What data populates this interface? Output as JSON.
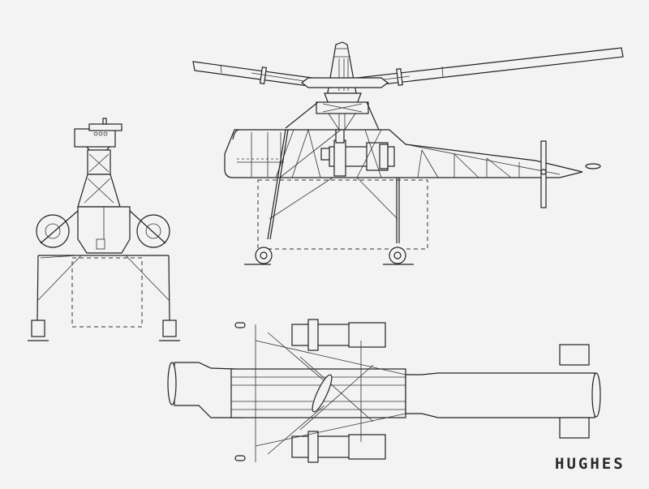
{
  "drawing": {
    "type": "three-view aircraft drawing",
    "subject": "helicopter",
    "views": [
      {
        "name": "front-view",
        "position": "left"
      },
      {
        "name": "side-view",
        "position": "top-right"
      },
      {
        "name": "top-view",
        "position": "bottom"
      }
    ],
    "maker_label": "HUGHES",
    "colors": {
      "background": "#f3f3f3",
      "line": "#222222"
    }
  }
}
